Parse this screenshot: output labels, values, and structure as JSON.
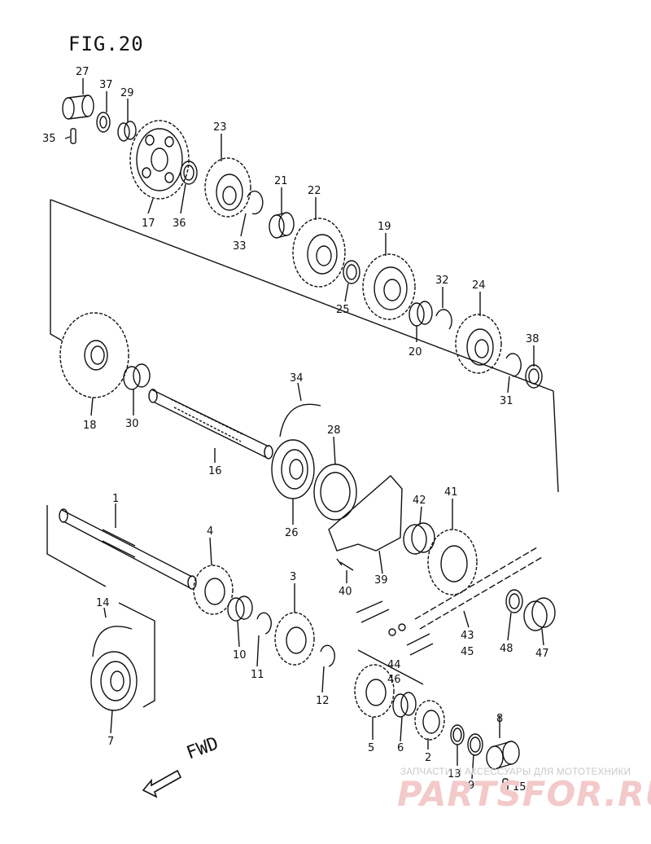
{
  "figure_title": "FIG.20",
  "direction_label": "FWD",
  "watermark": {
    "caption": "ЗАПЧАСТИ И АКСЕССУАРЫ ДЛЯ МОТОТЕХНИКИ",
    "brand": "PARTSFOR.RU"
  },
  "parts": {
    "p1": "1",
    "p2": "2",
    "p3": "3",
    "p4": "4",
    "p5": "5",
    "p6": "6",
    "p7": "7",
    "p8": "8",
    "p9": "9",
    "p10": "10",
    "p11": "11",
    "p12": "12",
    "p13": "13",
    "p14": "14",
    "p15": "15",
    "p16": "16",
    "p17": "17",
    "p18": "18",
    "p19": "19",
    "p20": "20",
    "p21": "21",
    "p22": "22",
    "p23": "23",
    "p24": "24",
    "p25": "25",
    "p26": "26",
    "p27": "27",
    "p28": "28",
    "p29": "29",
    "p30": "30",
    "p31": "31",
    "p32": "32",
    "p33": "33",
    "p34": "34",
    "p35": "35",
    "p36": "36",
    "p37": "37",
    "p38": "38",
    "p39": "39",
    "p40": "40",
    "p41": "41",
    "p42": "42",
    "p43": "43",
    "p44": "44",
    "p45": "45",
    "p46": "46",
    "p47": "47",
    "p48": "48"
  }
}
